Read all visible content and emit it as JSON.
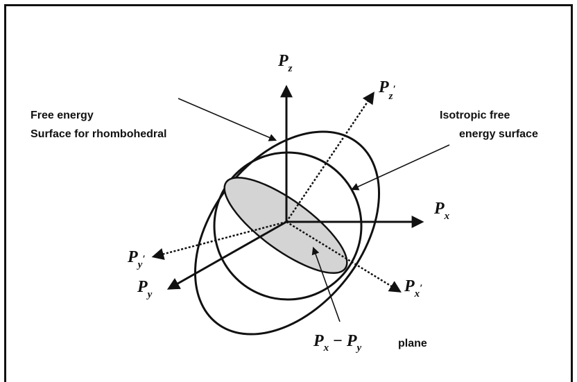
{
  "labels": {
    "rhombo_line1": "Free energy",
    "rhombo_line2": "Surface for rhombohedral",
    "iso_line1": "Isotropic free",
    "iso_line2": "energy surface",
    "plane_word": "plane"
  },
  "axes": {
    "pz": {
      "base": "P",
      "sub": "z"
    },
    "pz_prime": {
      "base": "P",
      "sub": "z",
      "prime": "′"
    },
    "px": {
      "base": "P",
      "sub": "x"
    },
    "px_prime": {
      "base": "P",
      "sub": "x",
      "prime": "′"
    },
    "py": {
      "base": "P",
      "sub": "y"
    },
    "py_prime": {
      "base": "P",
      "sub": "y",
      "prime": "′"
    },
    "plane_px": {
      "base": "P",
      "sub": "x"
    },
    "plane_minus": "−",
    "plane_py": {
      "base": "P",
      "sub": "y"
    }
  }
}
